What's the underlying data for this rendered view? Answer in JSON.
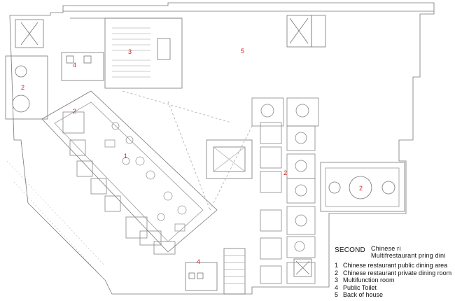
{
  "legend": {
    "title_main": "SECOND",
    "title_overlap_1": "Chinese ri",
    "title_overlap_2": "Multifrestaurant pring dini",
    "items": [
      {
        "num": "1",
        "text": "Chinese restaurant public dining area"
      },
      {
        "num": "2",
        "text": "Chinese restaurant private dining room"
      },
      {
        "num": "3",
        "text": "Multifunction room"
      },
      {
        "num": "4",
        "text": "Public Toilet"
      },
      {
        "num": "5",
        "text": "Back of house"
      }
    ]
  },
  "labels": {
    "l1": "1",
    "l2a": "2",
    "l2b": "2",
    "l2c": "2",
    "l2d": "2",
    "l3": "3",
    "l4a": "4",
    "l4b": "4",
    "l5": "5"
  },
  "colors": {
    "line": "#666666",
    "label": "#d02020"
  }
}
